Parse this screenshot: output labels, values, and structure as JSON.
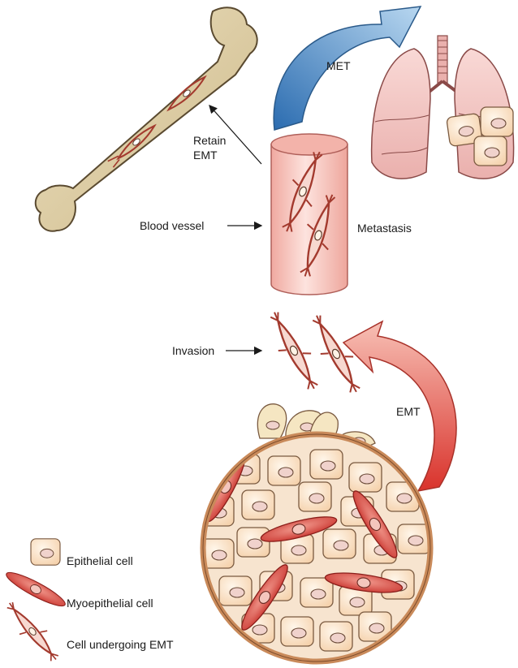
{
  "labels": {
    "met": "MET",
    "retain_line1": "Retain",
    "retain_line2": "EMT",
    "blood_vessel": "Blood vessel",
    "metastasis": "Metastasis",
    "invasion": "Invasion",
    "emt": "EMT"
  },
  "legend": [
    {
      "key": "epithelial",
      "label": "Epithelial cell"
    },
    {
      "key": "myoepithelial",
      "label": "Myoepithelial cell"
    },
    {
      "key": "emt-cell",
      "label": "Cell undergoing EMT"
    }
  ],
  "icons": {
    "bone": "femur-bone-icon",
    "lungs": "lungs-icon",
    "vessel": "blood-vessel-icon",
    "tumor": "tumor-duct-icon",
    "met_arrow": "curved-arrow-icon",
    "emt_arrow": "curved-arrow-icon"
  },
  "colors": {
    "bone": "#dccb9c",
    "bone_outline": "#5a4a30",
    "lung": "#f2c4c4",
    "vessel": "#f5c6c0",
    "epithelial": "#fbe3cc",
    "myoepithelial": "#d8413a",
    "emt_cell": "#a33a2e",
    "met_arrow": "#4a8cc9",
    "emt_arrow": "#e0483c",
    "duct_ring": "#c98a5a"
  }
}
